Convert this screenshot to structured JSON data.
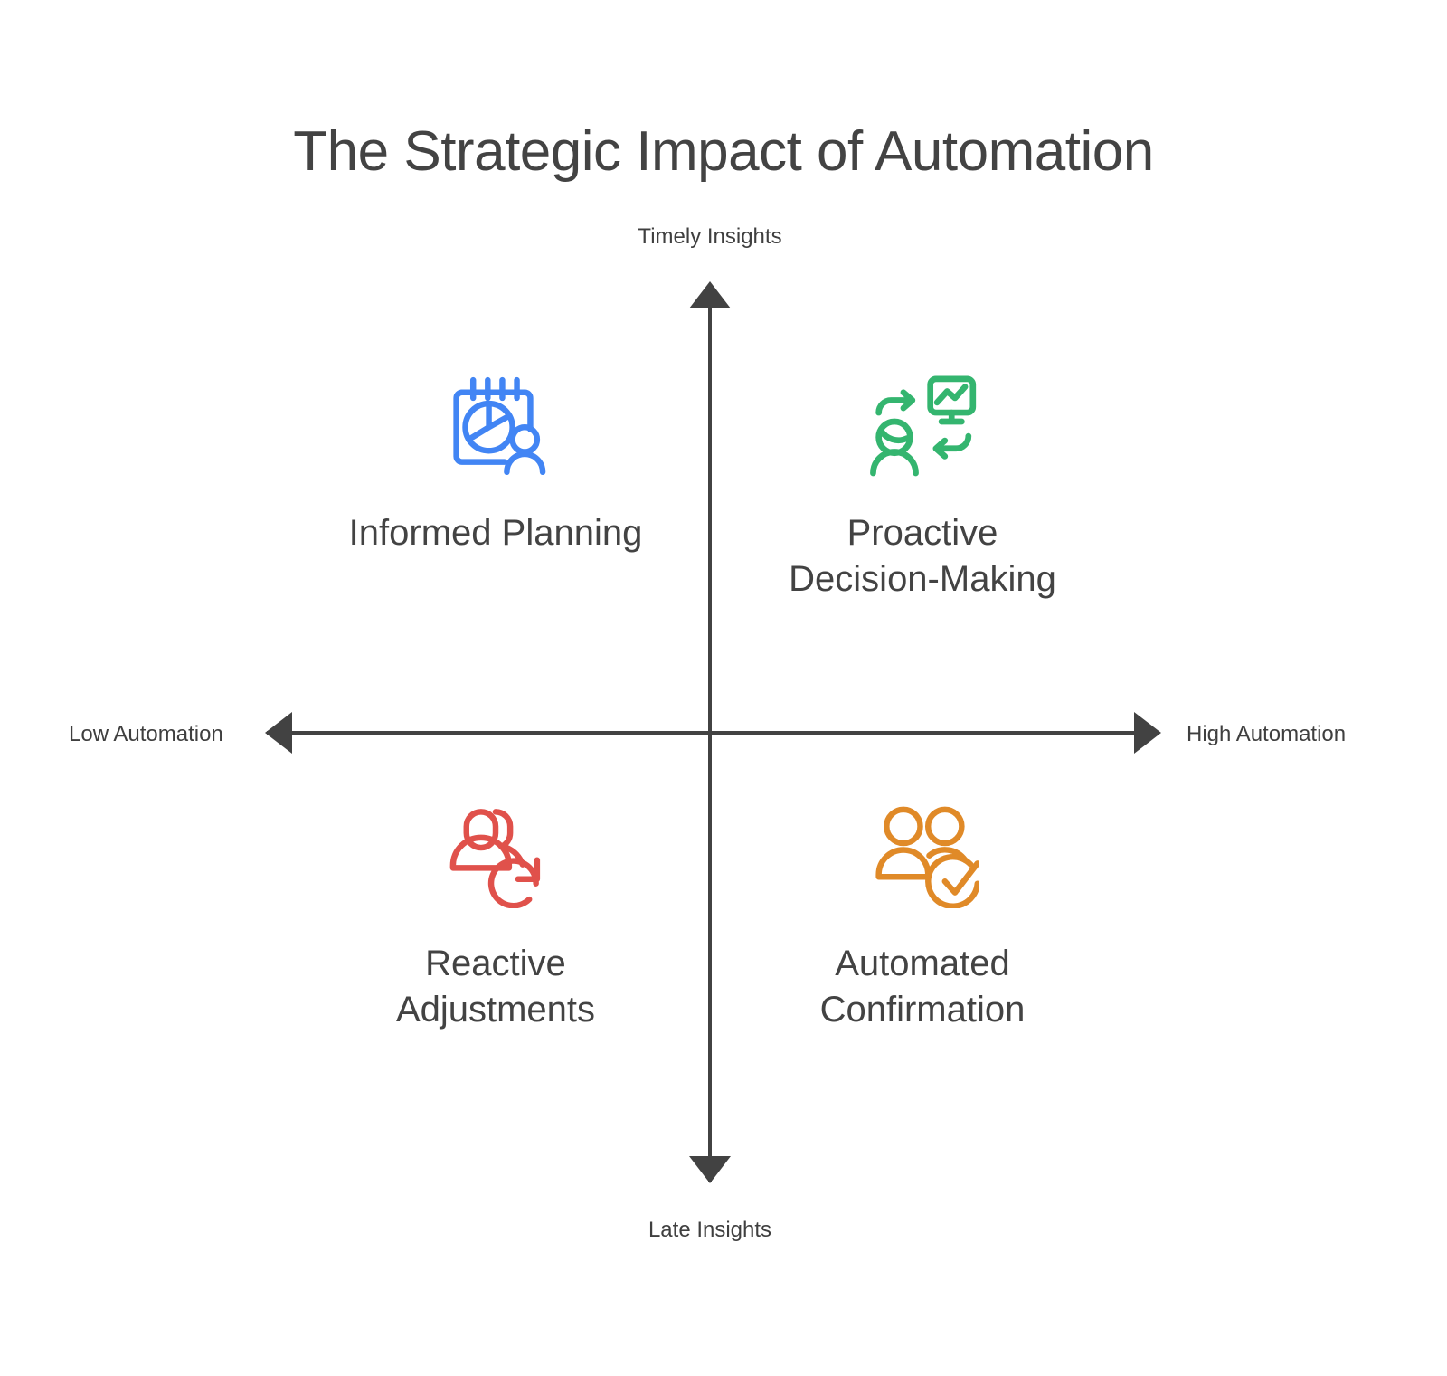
{
  "page": {
    "title": "The Strategic Impact of Automation",
    "background_color": "#ffffff",
    "text_color": "#434343"
  },
  "axes": {
    "vertical": {
      "top_label": "Timely Insights",
      "bottom_label": "Late Insights",
      "color": "#424242"
    },
    "horizontal": {
      "left_label": "Low Automation",
      "right_label": "High Automation",
      "color": "#424242"
    }
  },
  "quadrants": [
    {
      "id": "informed-planning",
      "label": "Informed Planning",
      "position": "top-left",
      "icon": "calendar-pie-chart-person-icon",
      "color": "#4285F4"
    },
    {
      "id": "proactive-decision-making",
      "label": "Proactive\nDecision-Making",
      "position": "top-right",
      "icon": "person-monitor-exchange-icon",
      "color": "#34B56F"
    },
    {
      "id": "reactive-adjustments",
      "label": "Reactive\nAdjustments",
      "position": "bottom-left",
      "icon": "users-refresh-icon",
      "color": "#E0514B"
    },
    {
      "id": "automated-confirmation",
      "label": "Automated\nConfirmation",
      "position": "bottom-right",
      "icon": "users-check-icon",
      "color": "#E08A28"
    }
  ]
}
